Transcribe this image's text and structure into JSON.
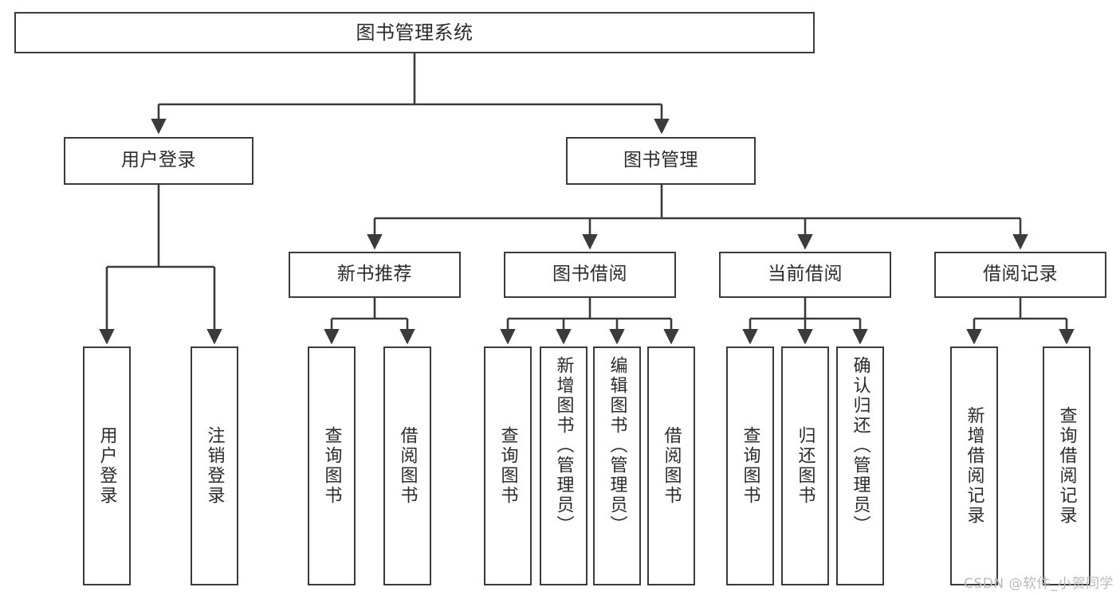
{
  "diagram": {
    "title": "图书管理系统",
    "type": "tree-hierarchy",
    "stroke_color": "#3b3b3b",
    "fill_color": "#ffffff",
    "text_color": "#2b2b2b"
  },
  "root": {
    "label": "图书管理系统"
  },
  "level2": [
    {
      "label": "用户登录"
    },
    {
      "label": "图书管理"
    }
  ],
  "level3": [
    {
      "label": "新书推荐"
    },
    {
      "label": "图书借阅"
    },
    {
      "label": "当前借阅"
    },
    {
      "label": "借阅记录"
    }
  ],
  "leaves": {
    "user_login": [
      {
        "label": "用户登录"
      },
      {
        "label": "注销登录"
      }
    ],
    "new_book_recommend": [
      {
        "label": "查询图书"
      },
      {
        "label": "借阅图书"
      }
    ],
    "book_borrow": [
      {
        "label": "查询图书"
      },
      {
        "label": "新增图书（管理员）"
      },
      {
        "label": "编辑图书（管理员）"
      },
      {
        "label": "借阅图书"
      }
    ],
    "current_borrow": [
      {
        "label": "查询图书"
      },
      {
        "label": "归还图书"
      },
      {
        "label": "确认归还（管理员）"
      }
    ],
    "borrow_record": [
      {
        "label": "新增借阅记录"
      },
      {
        "label": "查询借阅记录"
      }
    ]
  },
  "watermark": {
    "text": "CSDN @软件_小贺同学"
  }
}
